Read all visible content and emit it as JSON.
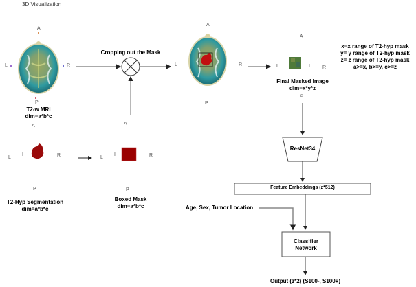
{
  "title": "3D Visualization",
  "orientation": {
    "anterior": "A",
    "posterior": "P",
    "left": "L",
    "right": "R",
    "inferior": "I"
  },
  "nodes": {
    "t2w_mri": {
      "label": "T2-w MRI",
      "dim": "dim=a*b*c"
    },
    "t2_hyp_seg": {
      "label": "T2-Hyp Segmentation",
      "dim": "dim=a*b*c"
    },
    "boxed_mask": {
      "label": "Boxed Mask",
      "dim": "dim=a*b*c"
    },
    "cropping": {
      "label": "Cropping out the Mask"
    },
    "final_masked": {
      "label": "Final Masked Image",
      "dim": "dim=x*y*z"
    },
    "resnet": {
      "label": "ResNet34"
    },
    "features": {
      "label": "Feature Embeddings (z*512)"
    },
    "clinical": {
      "label": "Age, Sex, Tumor Location"
    },
    "classifier": {
      "line1": "Classifier",
      "line2": "Network"
    },
    "output": {
      "label": "Output (z*2) (S100-, S100+)"
    }
  },
  "notes": [
    "x=x  range of  T2-hyp mask",
    "y= y range of T2-hyp mask",
    "z= z range of T2-hyp mask",
    "a>=x, b>=y, c>=z"
  ],
  "colors": {
    "brain_teal": "#2a8f9a",
    "brain_yellow": "#b8b060",
    "tumor_red": "#b01010",
    "mask_red": "#9a0000",
    "wire": "#777777",
    "crop_green": "#4f7a3a"
  }
}
